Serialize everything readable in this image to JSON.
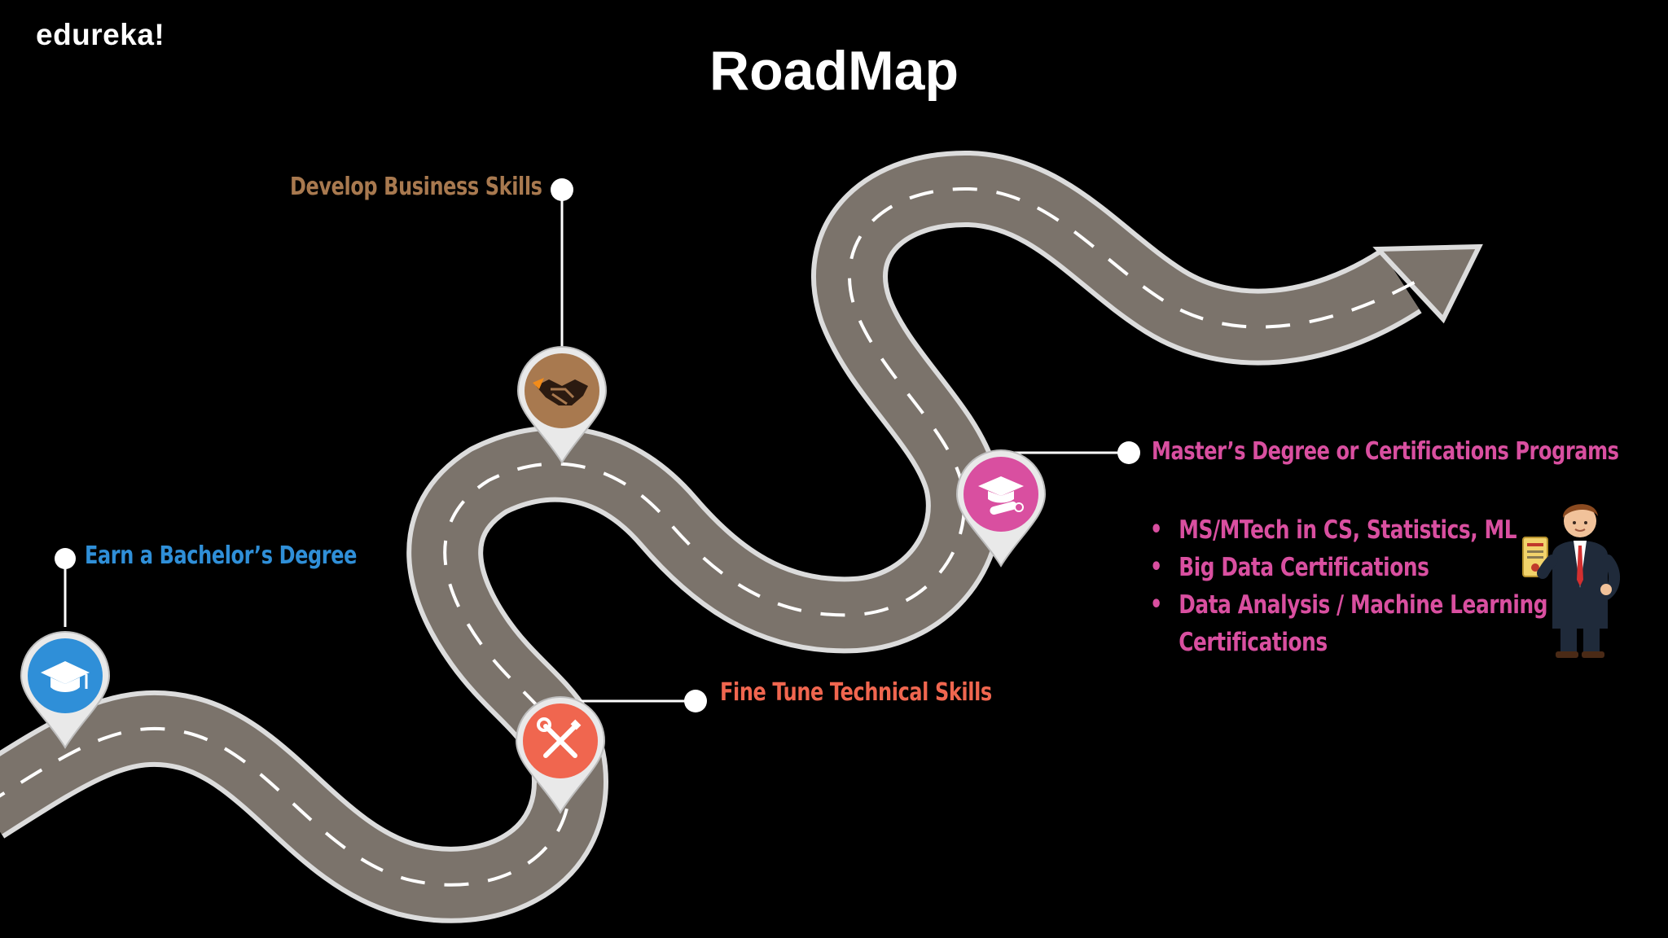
{
  "brand": "edureka!",
  "title": "RoadMap",
  "colors": {
    "background": "#000000",
    "road": "#7b736b",
    "road_edge": "#dcdcdc",
    "lane": "#ffffff",
    "connector": "#ffffff"
  },
  "steps": [
    {
      "label": "Earn a Bachelor’s Degree",
      "icon": "graduation-cap-icon",
      "color": "#2f8fd8"
    },
    {
      "label": "Develop Business Skills",
      "icon": "handshake-icon",
      "color": "#a8794f"
    },
    {
      "label": "Fine Tune Technical Skills",
      "icon": "tools-icon",
      "color": "#f0664f"
    },
    {
      "label": "Master’s Degree or Certifications Programs",
      "icon": "cap-and-diploma-icon",
      "color": "#d94fa0"
    }
  ],
  "bullets": [
    "MS/MTech in CS, Statistics, ML",
    "Big Data Certifications",
    "Data Analysis / Machine Learning",
    "Certifications"
  ],
  "bullet_marker": "•",
  "illustration": "businessman-with-certificate-icon"
}
